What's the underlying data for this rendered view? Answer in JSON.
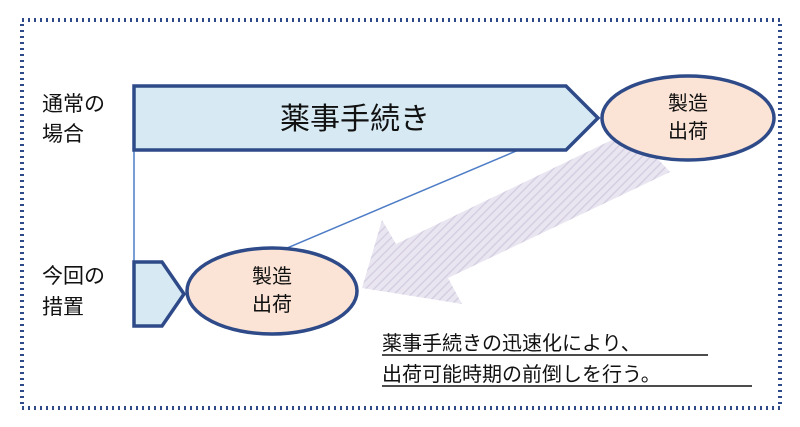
{
  "labels": {
    "normal_case": [
      "通常の",
      "場合"
    ],
    "current_measure": [
      "今回の",
      "措置"
    ],
    "procedure_bar": "薬事手続き",
    "manufacture_ship_top": [
      "製造",
      "出荷"
    ],
    "manufacture_ship_bottom": [
      "製造",
      "出荷"
    ],
    "note": [
      "薬事手続きの迅速化により、",
      "出荷可能時期の前倒しを行う。"
    ]
  },
  "colors": {
    "frame": "#2e4a88",
    "bar_fill": "#d7eaf3",
    "bar_stroke": "#2e4a88",
    "oval_fill": "#fbe4d5",
    "oval_stroke": "#2e4a88",
    "connector": "#4d7cc6",
    "big_arrow_fill": "#e7e3ef",
    "big_arrow_hatch": "#cfc8dd",
    "text": "#111111"
  }
}
